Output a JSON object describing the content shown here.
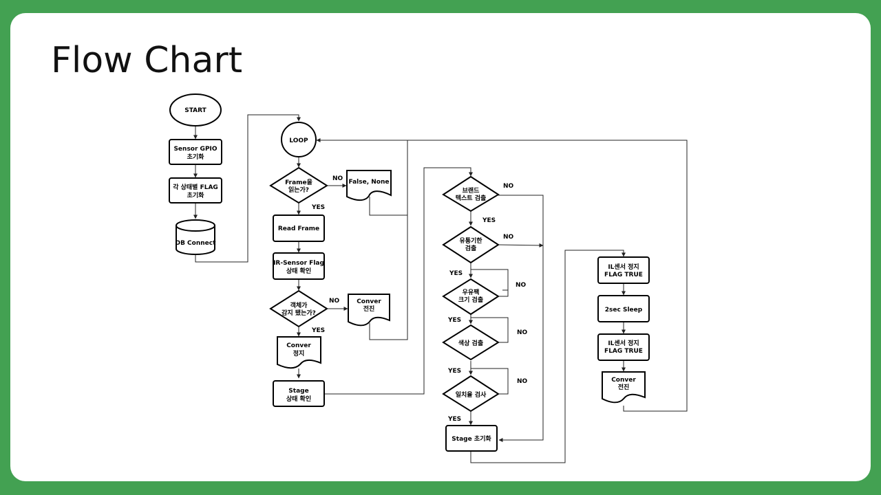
{
  "title": "Flow Chart",
  "nodes": {
    "start": "START",
    "sensor_gpio_1": "Sensor GPIO",
    "sensor_gpio_2": "초기화",
    "flag_init_1": "각 상태별 FLAG",
    "flag_init_2": "초기화",
    "db_connect": "DB Connect",
    "loop": "LOOP",
    "frame_q_1": "Frame을",
    "frame_q_2": "읽는가?",
    "false_none": "False, None",
    "read_frame": "Read Frame",
    "ir_flag_1": "IR-Sensor Flag",
    "ir_flag_2": "상태 확인",
    "obj_q_1": "객체가",
    "obj_q_2": "감지 됐는가?",
    "conver_move_a_1": "Conver",
    "conver_move_a_2": "전진",
    "conver_stop_1": "Conver",
    "conver_stop_2": "정지",
    "stage_check_1": "Stage",
    "stage_check_2": "상태 확인",
    "brand_q_1": "브랜드",
    "brand_q_2": "텍스트 검출",
    "expiry_q_1": "유통기한",
    "expiry_q_2": "검출",
    "milk_q_1": "우유팩",
    "milk_q_2": "크기 검출",
    "color_q": "색상 검출",
    "match_q": "일치율 검사",
    "stage_init": "Stage 초기화",
    "il_stop_a_1": "IL센서 정지",
    "il_stop_a_2": "FLAG TRUE",
    "sleep": "2sec Sleep",
    "il_stop_b_1": "IL센서 정지",
    "il_stop_b_2": "FLAG TRUE",
    "conver_move_b_1": "Conver",
    "conver_move_b_2": "전진"
  },
  "labels": {
    "no": "NO",
    "yes": "YES"
  },
  "colors": {
    "background": "#43a152",
    "slide": "#ffffff"
  }
}
